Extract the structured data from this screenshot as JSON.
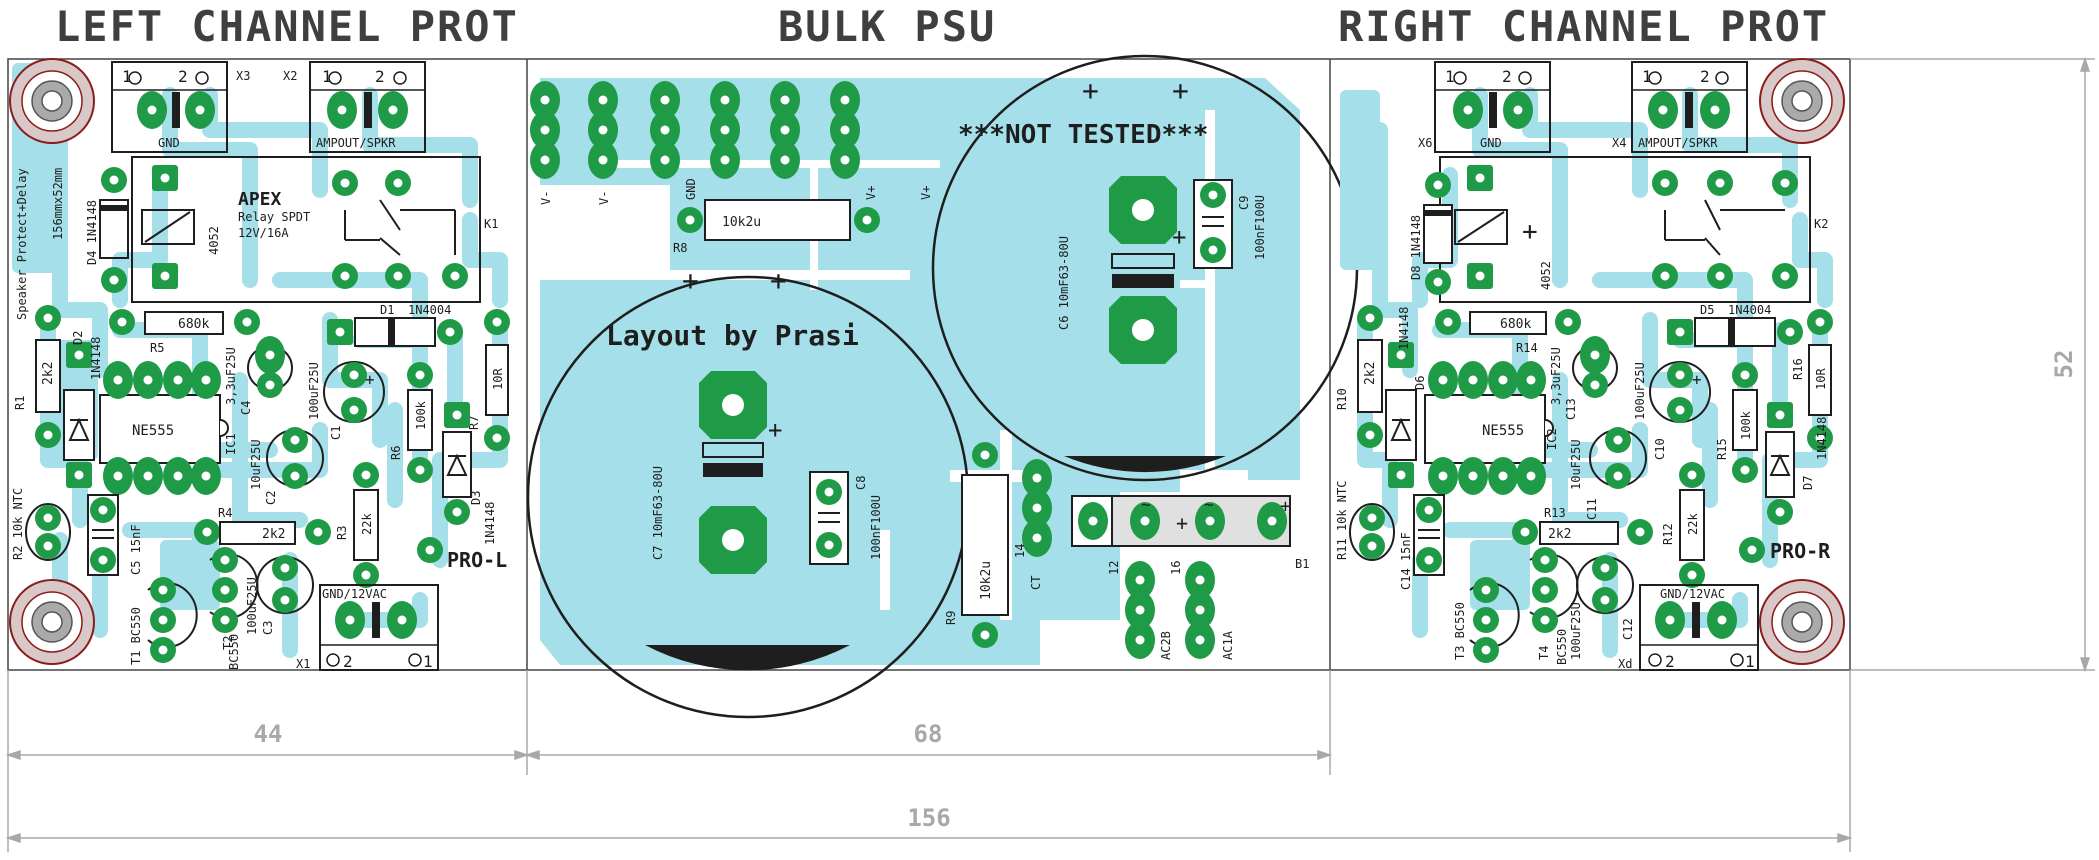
{
  "titles": {
    "left": "LEFT CHANNEL PROT",
    "center": "BULK PSU",
    "right": "RIGHT CHANNEL PROT"
  },
  "dimensions": {
    "left_width": "44",
    "center_width": "68",
    "total_width": "156",
    "height": "52"
  },
  "left": {
    "board_note_1": "Speaker Protect+Delay",
    "board_note_2": "156mmx52mm",
    "x3": "X3",
    "x2": "X2",
    "x1": "X1",
    "gnd": "GND",
    "ampout": "AMPOUT/SPKR",
    "gnd12": "GND/12VAC",
    "apex": "APEX",
    "relay_desc_1": "Relay SPDT",
    "relay_desc_2": "12V/16A",
    "k1": "K1",
    "relay_code": "4052",
    "d4": "D4 1N4148",
    "d2": "D2",
    "d2_val": "1N4148",
    "r1": "R1",
    "r1_val": "2k2",
    "r5": "R5",
    "r5_val": "680k",
    "d1": "D1",
    "d1_val": "1N4004",
    "c4": "C4",
    "c4_val": "3,3uF25U",
    "c1_val": "100uF25U",
    "c1": "C1",
    "ic1": "IC1",
    "ic1_val": "NE555",
    "r6": "R6",
    "r6_val": "100k",
    "r7": "R7",
    "r7_val": "10R",
    "c2": "C2",
    "c2_val": "10uF25U",
    "r3": "R3",
    "r3_val": "22k",
    "d3": "D3",
    "d3_val": "1N4148",
    "r2": "R2 10k NTC",
    "c5": "C5 15nF",
    "r4": "R4",
    "r4_val": "2k2",
    "t1": "T1 BC550",
    "t2": "T2",
    "t2_val": "BC550",
    "c3": "C3",
    "c3_val": "100uF25U",
    "pro": "PRO-L"
  },
  "center": {
    "layout_by": "Layout by Prasi",
    "not_tested": "***NOT TESTED***",
    "r8": "R8",
    "r8_val": "10k2u",
    "r9": "R9",
    "r9_val": "10k2u",
    "c6": "C6 10mF63-80U",
    "c7": "C7 10mF63-80U",
    "c8": "C8",
    "c8_val": "100nF100U",
    "c9": "C9",
    "c9_val": "100nF100U",
    "ct": "CT",
    "b1": "B1",
    "ac2b": "AC2B",
    "ac1a": "AC1A",
    "v_minus_1": "V-",
    "v_minus_2": "V-",
    "gnd": "GND",
    "v_plus_1": "V+",
    "v_plus_2": "V+",
    "pin_12": "12",
    "pin_16": "16",
    "pin_14": "14"
  },
  "right": {
    "x6": "X6",
    "x4": "X4",
    "xd": "Xd",
    "gnd": "GND",
    "ampout": "AMPOUT/SPKR",
    "gnd12": "GND/12VAC",
    "k2": "K2",
    "relay_code": "4052",
    "d8": "D8 1N4148",
    "r10": "R10",
    "r10_val": "2k2",
    "d6": "D6",
    "d6_val": "1N4148",
    "r14": "R14",
    "r14_val": "680k",
    "d5": "D5",
    "d5_val": "1N4004",
    "c13": "C13",
    "c13_val": "3,3uF25U",
    "c10_val": "100uF25U",
    "c10": "C10",
    "ic2": "IC2",
    "ic2_val": "NE555",
    "r15": "R15",
    "r15_val": "100k",
    "r16": "R16",
    "r16_val": "10R",
    "c11": "C11",
    "c11_val": "10uF25U",
    "r12": "R12",
    "r12_val": "22k",
    "d7": "D7",
    "d7_val": "1N4148",
    "r11": "R11 10k NTC",
    "c14": "C14 15nF",
    "r13": "R13",
    "r13_val": "2k2",
    "t3": "T3 BC550",
    "t4": "T4",
    "t4_val": "BC550",
    "c12": "C12",
    "c12_val": "100uF25U",
    "pro": "PRO-R"
  },
  "colors": {
    "copper": "#a5e0ea",
    "pad": "#1f9b48",
    "silk": "#1e1e1e",
    "dim": "#a8a8a8",
    "drill": "#8b1c1c"
  }
}
